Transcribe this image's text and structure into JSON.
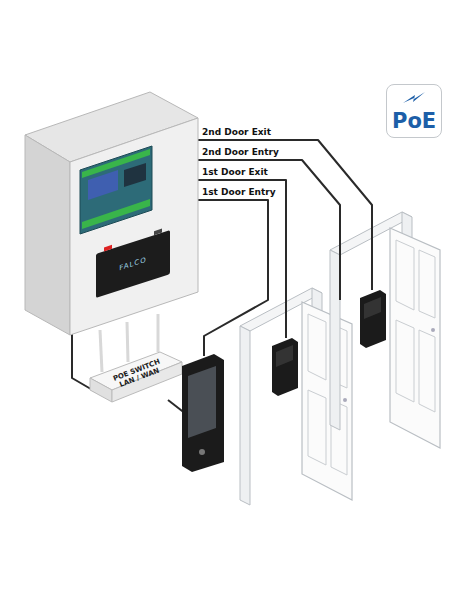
{
  "diagram": {
    "nodes": [
      {
        "text": [
          "PoE"
        ]
      },
      {
        "text": [
          "FALCO"
        ]
      },
      {
        "text": [
          "POE SWITCH LAN / WAN"
        ]
      }
    ],
    "labels": [
      "2nd Door Exit",
      "2nd Door Entry",
      "1st Door Exit",
      "1st Door Entry"
    ]
  }
}
